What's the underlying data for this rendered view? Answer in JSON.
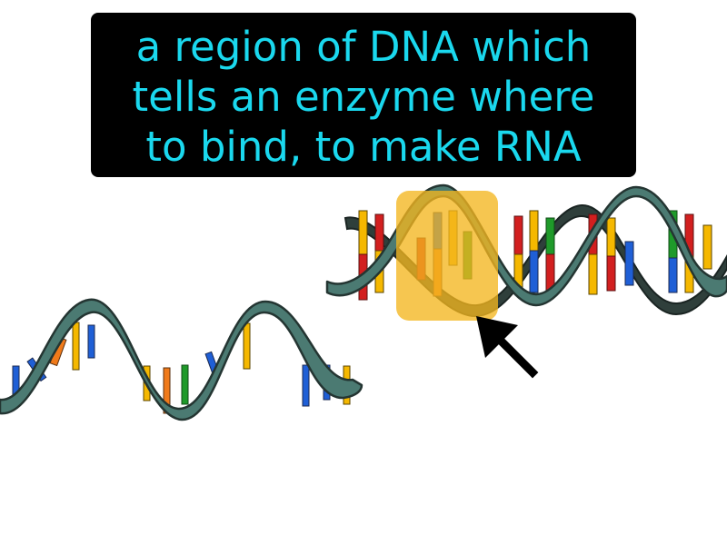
{
  "caption": {
    "lines": [
      "a region of DNA which",
      "tells an enzyme where",
      "to bind, to make RNA"
    ]
  },
  "colors": {
    "caption_background": "#000000",
    "caption_text": "#1ad8ee",
    "dna_backbone": "#4b7a72",
    "dna_backbone_dark": "#2f3f3b",
    "base_red": "#d21f1f",
    "base_yellow": "#f5b800",
    "base_blue": "#1f5fd6",
    "base_green": "#1f9a2a",
    "base_orange": "#f07a1a",
    "highlight": "#f3b61f",
    "arrow": "#000000"
  },
  "icons": {
    "pointer": "arrow-icon"
  }
}
